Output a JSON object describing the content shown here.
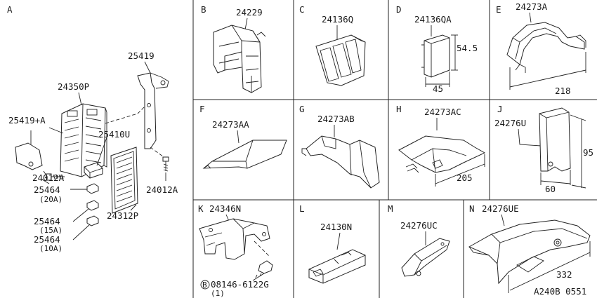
{
  "sections": {
    "A": {
      "letter": "A",
      "parts": [
        "25419",
        "24350P",
        "25419+A",
        "25410U",
        "24012A",
        "24012A",
        "25464",
        "(20A)",
        "25464",
        "(15A)",
        "25464",
        "(10A)",
        "24312P"
      ]
    },
    "B": {
      "letter": "B",
      "part": "24229"
    },
    "C": {
      "letter": "C",
      "part": "24136Q"
    },
    "D": {
      "letter": "D",
      "part": "24136QA",
      "dims": [
        "54.5",
        "45"
      ]
    },
    "E": {
      "letter": "E",
      "part": "24273A",
      "dims": [
        "218"
      ]
    },
    "F": {
      "letter": "F",
      "part": "24273AA"
    },
    "G": {
      "letter": "G",
      "part": "24273AB"
    },
    "H": {
      "letter": "H",
      "part": "24273AC",
      "dims": [
        "205"
      ]
    },
    "J": {
      "letter": "J",
      "part": "24276U",
      "dims": [
        "95",
        "60"
      ]
    },
    "K": {
      "letter": "K",
      "part": "24346N",
      "bolt": {
        "badge": "B",
        "number": "08146-6122G",
        "qty": "(1)"
      }
    },
    "L": {
      "letter": "L",
      "part": "24130N"
    },
    "M": {
      "letter": "M",
      "part": "24276UC"
    },
    "N": {
      "letter": "N",
      "part": "24276UE",
      "dims": [
        "332"
      ]
    }
  },
  "diagram_code": "A240B 0551"
}
